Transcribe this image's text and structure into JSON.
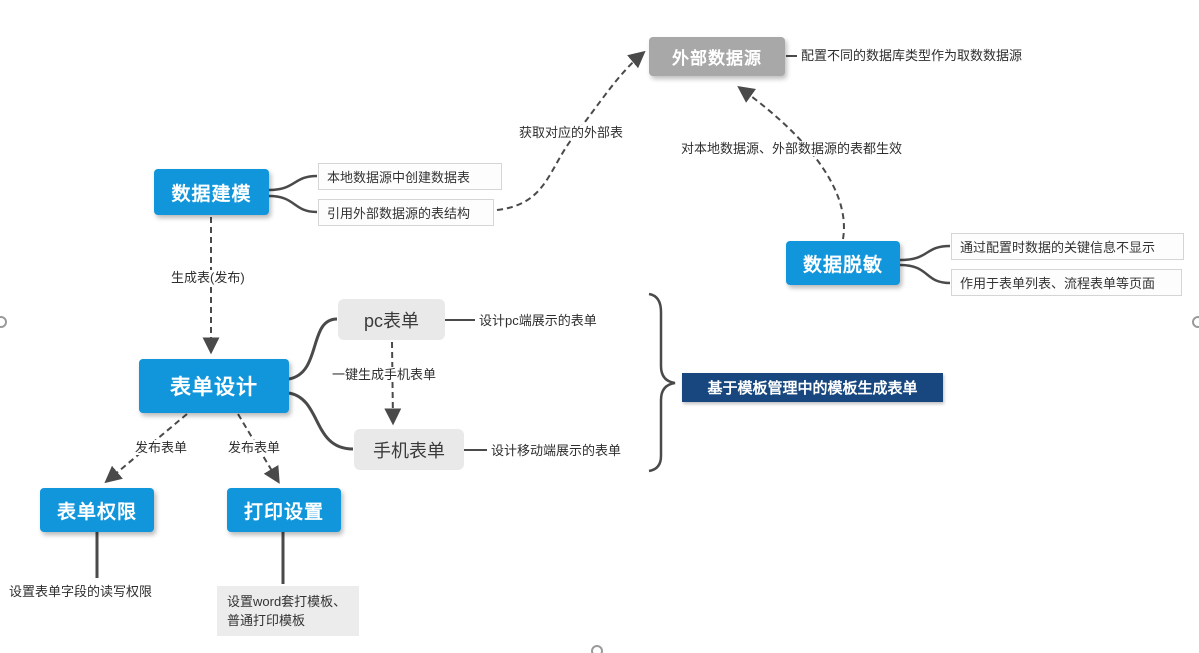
{
  "colors": {
    "primary_blue": "#1296db",
    "dark_navy": "#17477e",
    "gray_node": "#a8a8a8",
    "light_gray_node": "#e9e9e9",
    "note_gray": "#ececec",
    "line": "#4a4a4a"
  },
  "nodes": {
    "external_source": {
      "label": "外部数据源"
    },
    "external_source_note": {
      "label": "配置不同的数据库类型作为取数数据源"
    },
    "data_modeling": {
      "label": "数据建模"
    },
    "local_table": {
      "label": "本地数据源中创建数据表"
    },
    "ref_external": {
      "label": "引用外部数据源的表结构"
    },
    "data_masking": {
      "label": "数据脱敏"
    },
    "masking_note1": {
      "label": "通过配置时数据的关键信息不显示"
    },
    "masking_note2": {
      "label": "作用于表单列表、流程表单等页面"
    },
    "form_design": {
      "label": "表单设计"
    },
    "pc_form": {
      "label": "pc表单"
    },
    "pc_form_note": {
      "label": "设计pc端展示的表单"
    },
    "mobile_form": {
      "label": "手机表单"
    },
    "mobile_form_note": {
      "label": "设计移动端展示的表单"
    },
    "template_note": {
      "label": "基于模板管理中的模板生成表单"
    },
    "form_permission": {
      "label": "表单权限"
    },
    "print_setting": {
      "label": "打印设置"
    },
    "permission_note": {
      "label": "设置表单字段的读写权限"
    },
    "print_note": {
      "label": "设置word套打模板、普通打印模板"
    }
  },
  "edge_labels": {
    "get_external": {
      "label": "获取对应的外部表"
    },
    "masking_scope": {
      "label": "对本地数据源、外部数据源的表都生效"
    },
    "generate_table": {
      "label": "生成表(发布)"
    },
    "one_key_mobile": {
      "label": "一键生成手机表单"
    },
    "publish_form_1": {
      "label": "发布表单"
    },
    "publish_form_2": {
      "label": "发布表单"
    }
  }
}
